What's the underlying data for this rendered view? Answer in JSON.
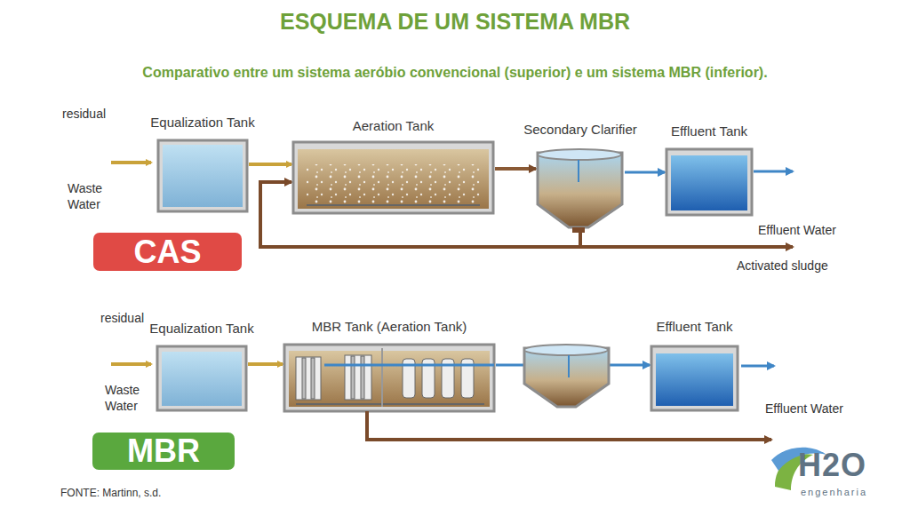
{
  "diagram": {
    "title": "ESQUEMA DE UM SISTEMA MBR",
    "caption": "Comparativo entre um sistema aeróbio convencional (superior) e um sistema MBR (inferior).",
    "nodes": [
      {
        "text": [
          "Equalization Tank"
        ]
      },
      {
        "text": [
          "Aeration Tank"
        ]
      },
      {
        "text": [
          "Secondary Clarifier"
        ]
      },
      {
        "text": [
          "Effluent Tank"
        ]
      },
      {
        "text": [
          "CAS"
        ]
      },
      {
        "text": [
          "Equalization Tank"
        ]
      },
      {
        "text": [
          "MBR Tank (Aeration Tank)"
        ]
      },
      {
        "text": [
          "Effluent Tank"
        ]
      },
      {
        "text": [
          "MBR"
        ]
      }
    ],
    "edges": [
      {
        "from": 0,
        "to": 1,
        "arrow": "to"
      },
      {
        "from": 1,
        "to": 2,
        "arrow": "to"
      },
      {
        "from": 2,
        "to": 3,
        "arrow": "to"
      },
      {
        "from": 2,
        "to": 1,
        "arrow": "to"
      },
      {
        "from": 5,
        "to": 6,
        "arrow": "to"
      },
      {
        "from": 6,
        "to": 7,
        "arrow": "to"
      }
    ],
    "labels": [
      "residual",
      "Waste Water",
      "Effluent Water",
      "Activated sludge",
      "residual",
      "Waste Water",
      "Effluent Water",
      "FONTE: Martinn, s.d.",
      "H2O",
      "engenharia"
    ]
  }
}
